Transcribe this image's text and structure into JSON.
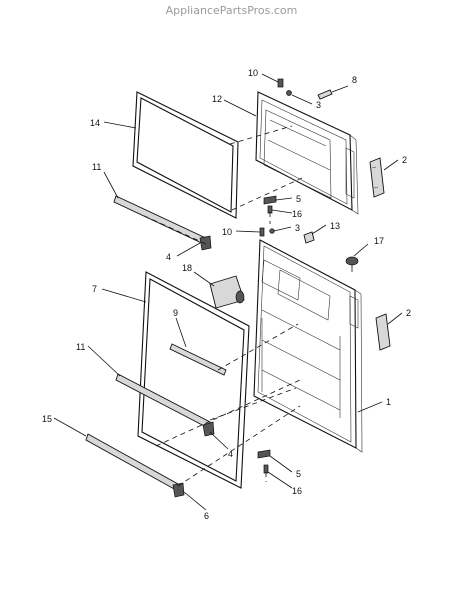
{
  "watermark": "AppliancePartsPros.com",
  "callouts": [
    {
      "id": "c10a",
      "text": "10"
    },
    {
      "id": "c8",
      "text": "8"
    },
    {
      "id": "c12",
      "text": "12"
    },
    {
      "id": "c3a",
      "text": "3"
    },
    {
      "id": "c14",
      "text": "14"
    },
    {
      "id": "c2a",
      "text": "2"
    },
    {
      "id": "c11a",
      "text": "11"
    },
    {
      "id": "c5a",
      "text": "5"
    },
    {
      "id": "c16a",
      "text": "16"
    },
    {
      "id": "c13",
      "text": "13"
    },
    {
      "id": "c10b",
      "text": "10"
    },
    {
      "id": "c3b",
      "text": "3"
    },
    {
      "id": "c4a",
      "text": "4"
    },
    {
      "id": "c17",
      "text": "17"
    },
    {
      "id": "c18",
      "text": "18"
    },
    {
      "id": "c7",
      "text": "7"
    },
    {
      "id": "c9",
      "text": "9"
    },
    {
      "id": "c2b",
      "text": "2"
    },
    {
      "id": "c11b",
      "text": "11"
    },
    {
      "id": "c1",
      "text": "1"
    },
    {
      "id": "c15",
      "text": "15"
    },
    {
      "id": "c4b",
      "text": "4"
    },
    {
      "id": "c5b",
      "text": "5"
    },
    {
      "id": "c16b",
      "text": "16"
    },
    {
      "id": "c6",
      "text": "6"
    }
  ]
}
